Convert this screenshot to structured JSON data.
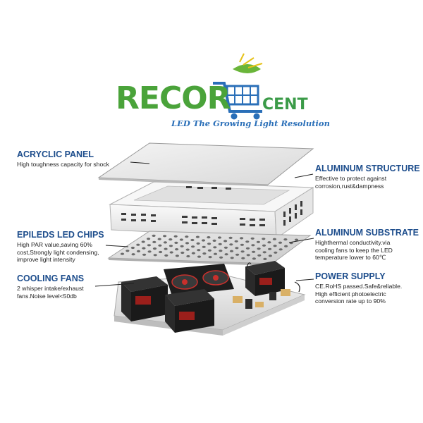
{
  "logo": {
    "brand_left": "RECOR",
    "brand_right": "CENT",
    "tagline": "LED The Growing Light Resolution",
    "icon": "shopping-cart-leaf-icon",
    "colors": {
      "green": "#4aa33a",
      "blue": "#2a6fb8"
    }
  },
  "callouts": {
    "acrylic_panel": {
      "title": "ACRYCLIC PANEL",
      "desc": "High toughness capacity for shock"
    },
    "aluminum_structure": {
      "title": "ALUMINUM STRUCTURE",
      "desc": "Effective to protect against\ncorrosion,rust&dampness"
    },
    "epileds_led_chips": {
      "title": "EPILEDS LED CHIPS",
      "desc": "High PAR value,saving 60%\ncost,Strongly light condensing,\nimprove light intensity"
    },
    "aluminum_substrate": {
      "title": "ALUMINUM SUBSTRATE",
      "desc": "Highthermal conductivity.via\ncooling fans to keep the LED\ntemperature lower to 60℃"
    },
    "cooling_fans": {
      "title": "COOLING FANS",
      "desc": "2 whisper intake/exhaust\nfans.Noise level<50db"
    },
    "power_supply": {
      "title": "POWER SUPPLY",
      "desc": "CE.RoHS passed.Safe&reliable.\nHigh efficient photoelectric\nconversion rate up to 90%"
    }
  }
}
